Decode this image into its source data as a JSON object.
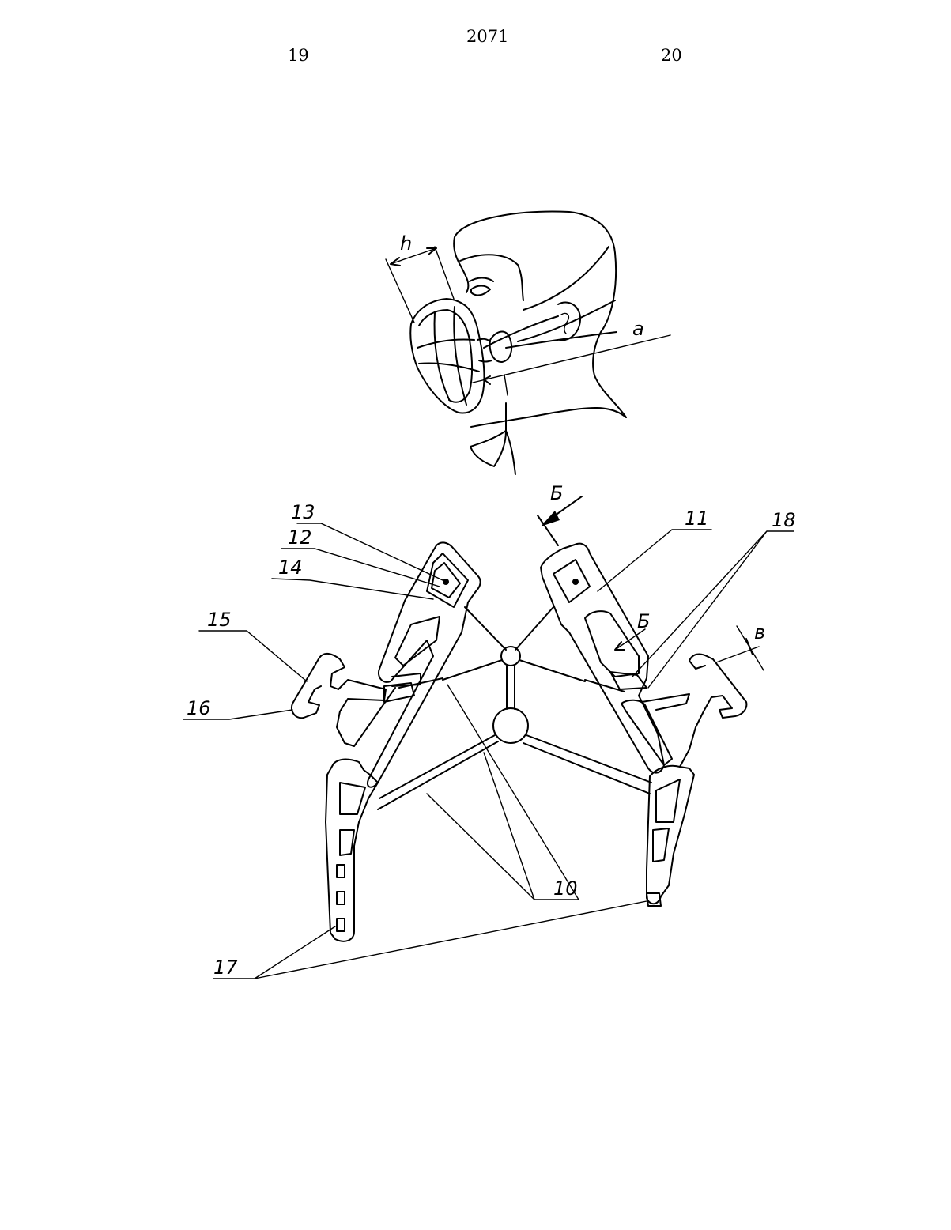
{
  "header": {
    "document_number": "2071",
    "left_column": "19",
    "right_column": "20"
  },
  "figure_top": {
    "labels": {
      "height_dim": "h",
      "strap_dim": "a"
    }
  },
  "figure_bottom": {
    "view_marker": "Б",
    "labels": {
      "l10": "10",
      "l11": "11",
      "l12": "12",
      "l13": "13",
      "l14": "14",
      "l15": "15",
      "l16": "16",
      "l17": "17",
      "l18": "18",
      "section_b": "Б",
      "dim_v": "в"
    }
  }
}
